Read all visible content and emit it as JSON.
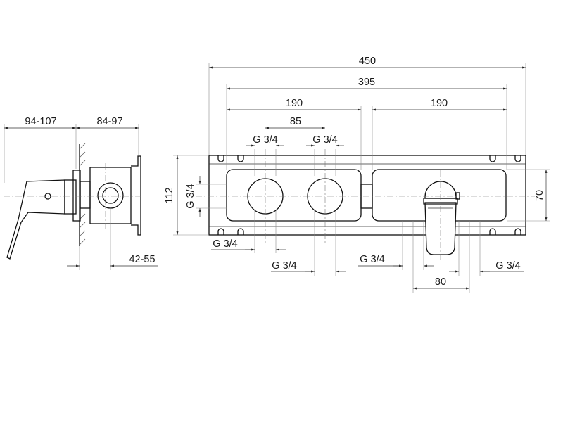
{
  "side_view": {
    "dim_handle_depth": "94-107",
    "dim_body_depth": "84-97",
    "dim_wall_depth": "42-55"
  },
  "front_view": {
    "dim_overall_width": "450",
    "dim_inner_width": "395",
    "dim_left_half": "190",
    "dim_right_half": "190",
    "dim_outlet_spacing": "85",
    "dim_outlet_left_top": "G 3/4",
    "dim_outlet_right_top": "G 3/4",
    "dim_height": "112",
    "dim_port_side": "G 3/4",
    "dim_right_height": "70",
    "dim_port_bottom_left": "G 3/4",
    "dim_port_bottom_mid": "G 3/4",
    "dim_port_bottom_right_a": "G 3/4",
    "dim_port_bottom_right_b": "G 3/4",
    "dim_inlet_spacing": "80"
  }
}
